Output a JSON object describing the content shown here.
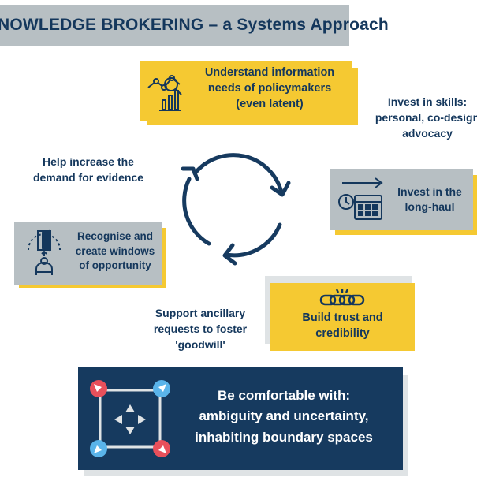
{
  "title": "NOWLEDGE BROKERING – a Systems Approach",
  "cards": {
    "understand": {
      "lines": [
        "Understand information",
        "needs of policymakers",
        "(even latent)"
      ],
      "icon": "chart-analysis-icon"
    },
    "invest_long": {
      "lines": [
        "Invest in the",
        "long-haul"
      ],
      "icon": "calendar-clock-icon"
    },
    "recognise": {
      "lines": [
        "Recognise and",
        "create windows",
        "of opportunity"
      ],
      "icon": "person-door-icon"
    },
    "trust": {
      "lines": [
        "Build trust and",
        "credibility"
      ],
      "icon": "chain-link-icon"
    },
    "comfortable": {
      "lines": [
        "Be comfortable with:",
        "ambiguity and uncertainty,",
        "inhabiting boundary spaces"
      ],
      "icon": "boundary-arrows-icon"
    }
  },
  "floating": {
    "skills": [
      "Invest in skills:",
      "personal, co-design",
      "advocacy"
    ],
    "demand": [
      "Help increase the",
      "demand for evidence"
    ],
    "ancillary": [
      "Support ancillary",
      "requests to foster",
      "'goodwill'"
    ]
  },
  "colors": {
    "navy": "#14375c",
    "yellow": "#f5c932",
    "grey": "#b7bfc3",
    "red": "#e8505b",
    "blue": "#5ab4ea"
  }
}
